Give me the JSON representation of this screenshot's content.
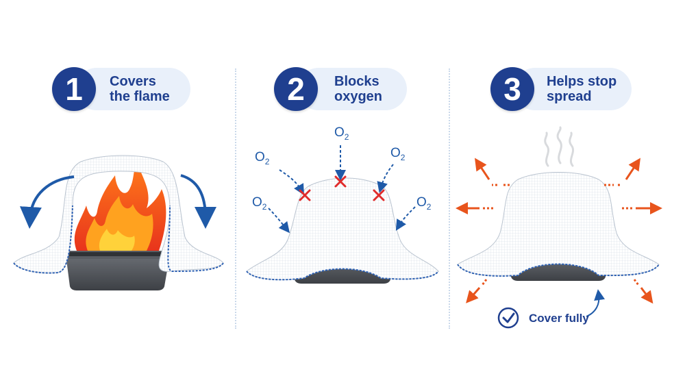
{
  "steps": [
    {
      "number": "1",
      "title": "Covers\nthe flame"
    },
    {
      "number": "2",
      "title": "Blocks\noxygen"
    },
    {
      "number": "3",
      "title": "Helps stop\nspread"
    }
  ],
  "oxygen_label": {
    "base": "O",
    "sub": "2"
  },
  "cover_note": "Cover fully",
  "colors": {
    "navy": "#1f3f8f",
    "blue_arrow": "#1f5aa8",
    "blocked_x": "#e02b2b",
    "spread_arrow": "#e8541c",
    "blanket_hem": "#2b5fb3",
    "pan": "#4a4d52"
  },
  "icons": [
    "curved-arrow-icon",
    "flame-icon",
    "x-mark-icon",
    "smoke-icon",
    "outward-arrow-icon",
    "check-circle-icon"
  ]
}
